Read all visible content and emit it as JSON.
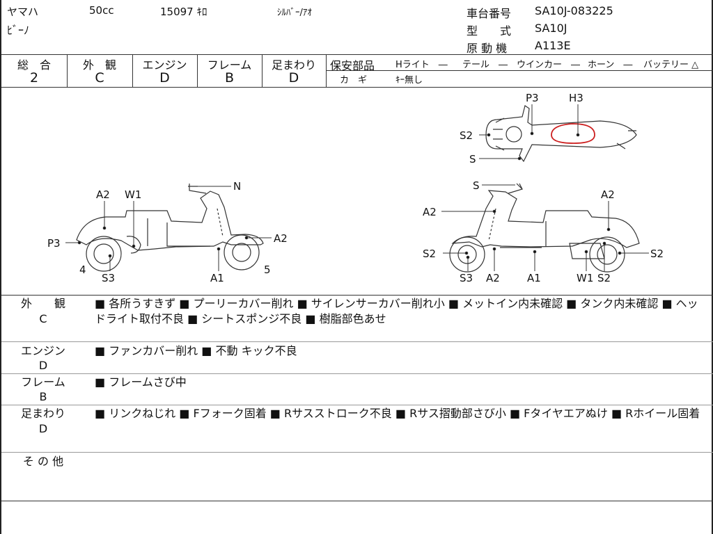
{
  "header": {
    "maker": "ヤマハ",
    "displacement": "50cc",
    "mileage": "15097 ｷﾛ",
    "color": "ｼﾙﾊﾞｰ/ｱｵ",
    "model_name": "ﾋﾞｰﾉ",
    "frame_no_label": "車台番号",
    "frame_no": "SA10J-083225",
    "model_type_label": "型　　式",
    "model_type": "SA10J",
    "engine_label": "原 動 機",
    "engine_no": "A113E"
  },
  "grades": {
    "overall": {
      "label": "総　合",
      "value": "2"
    },
    "exterior": {
      "label": "外　観",
      "value": "C"
    },
    "engine": {
      "label": "エンジン",
      "value": "D"
    },
    "frame": {
      "label": "フレーム",
      "value": "B"
    },
    "suspension": {
      "label": "足まわり",
      "value": "D"
    }
  },
  "safety": {
    "title": "保安部品",
    "headlight": "Hライト　―",
    "tail": "テール　―",
    "winker": "ウインカー　―",
    "horn": "ホーン　―",
    "battery": "バッテリー △",
    "key_label": "カ　ギ",
    "key_value": "ｷｰ無し"
  },
  "diagram": {
    "left": [
      "A2",
      "W1",
      "N",
      "A2",
      "P3",
      "4",
      "5",
      "S3",
      "A1"
    ],
    "right": [
      "S",
      "A2",
      "A2",
      "S2",
      "S2",
      "S3",
      "A2",
      "A1",
      "W1",
      "S2"
    ],
    "top": [
      "P3",
      "H3",
      "S2",
      "S"
    ]
  },
  "notes": [
    {
      "label1": "外　　観",
      "label2": "C",
      "text": "■ 各所うすきず ■ プーリーカバー削れ ■ サイレンサーカバー削れ小 ■ メットイン内未確認 ■ タンク内未確認 ■ ヘッドライト取付不良 ■ シートスポンジ不良 ■ 樹脂部色あせ"
    },
    {
      "label1": "エンジン",
      "label2": "D",
      "text": "■ ファンカバー削れ ■ 不動 キック不良"
    },
    {
      "label1": "フレーム",
      "label2": "B",
      "text": "■ フレームさび中"
    },
    {
      "label1": "足まわり",
      "label2": "D",
      "text": "■ リンクねじれ ■ Fフォーク固着 ■ Rサスストローク不良 ■ Rサス摺動部さび小 ■ Fタイヤエアぬけ ■ Rホイール固着"
    },
    {
      "label1": "そ の 他",
      "label2": "",
      "text": ""
    }
  ],
  "colors": {
    "damage_mark": "#cc1f1f",
    "line": "#333333"
  }
}
